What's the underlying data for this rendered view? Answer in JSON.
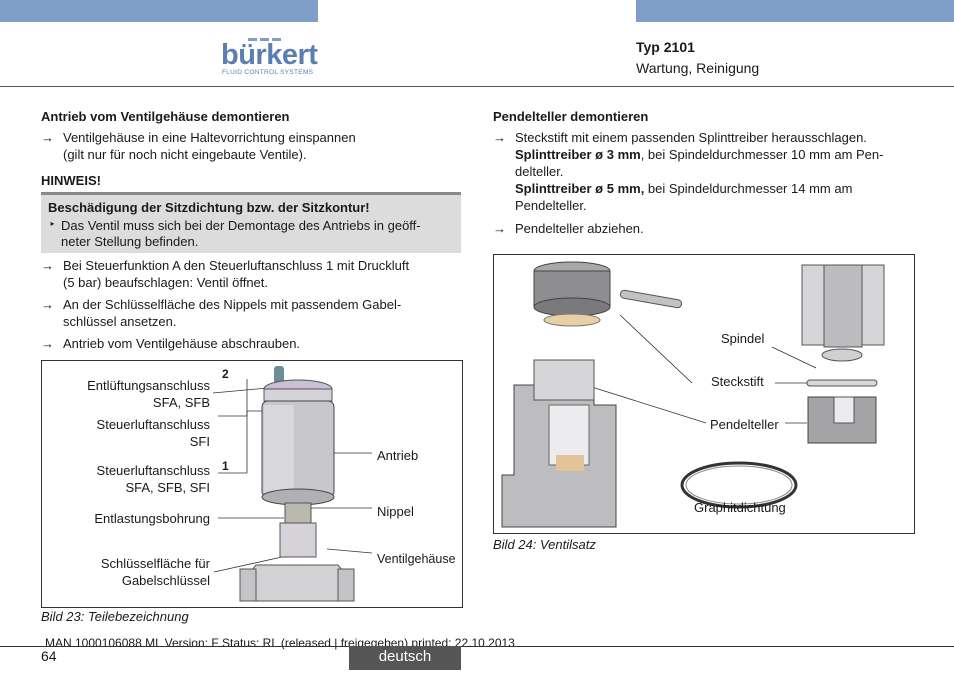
{
  "header": {
    "logo_text": "bürkert",
    "logo_sub": "FLUID CONTROL SYSTEMS",
    "type": "Typ 2101",
    "subtitle": "Wartung, Reinigung",
    "accent_color": "#7f9fc8"
  },
  "left": {
    "heading": "Antrieb vom Ventilgehäuse demontieren",
    "arrow_symbol": "→",
    "step1": "Ventilgehäuse in eine Haltevorrichtung einspannen",
    "step1b": "(gilt nur für noch nicht eingebaute Ventile).",
    "hinweis_title": "HINWEIS!",
    "hinweis_box_title": "Beschädigung der Sitzdichtung bzw. der Sitzkontur!",
    "hinweis_bullet_symbol": "‣",
    "hinweis_text1": "Das Ventil muss sich bei der Demontage des Antriebs in geöff-",
    "hinweis_text2": "neter Stellung befinden.",
    "step2a": "Bei Steuerfunktion A den Steuerluftanschluss 1 mit Druckluft",
    "step2b": "(5 bar) beaufschlagen: Ventil öffnet.",
    "step3a": "An der Schlüsselfläche des Nippels mit passendem Gabel-",
    "step3b": "schlüssel ansetzen.",
    "step4": "Antrieb vom Ventilgehäuse abschrauben.",
    "figure": {
      "label_entl1": "Entlüftungsanschluss",
      "label_entl2": "SFA, SFB",
      "label_st1a": "Steuerluftanschluss",
      "label_st1b": "SFI",
      "label_st2a": "Steuerluftanschluss",
      "label_st2b": "SFA, SFB, SFI",
      "label_entlast": "Entlastungsbohrung",
      "label_schl1": "Schlüsselfläche für",
      "label_schl2": "Gabelschlüssel",
      "label_antrieb": "Antrieb",
      "label_nippel": "Nippel",
      "label_gehaeuse": "Ventilgehäuse",
      "num2": "2",
      "num1": "1"
    },
    "caption": "Bild 23:  Teilebezeichnung"
  },
  "right": {
    "heading": "Pendelteller demontieren",
    "step1": "Steckstift mit einem passenden Splinttreiber herausschlagen.",
    "step1_bold1": "Splinttreiber ø 3 mm",
    "step1_rest1": ", bei Spindeldurchmesser 10 mm am Pen-",
    "step1_rest1b": "delteller.",
    "step1_bold2": "Splinttreiber ø 5 mm,",
    "step1_rest2": " bei Spindeldurchmesser 14 mm am",
    "step1_rest2b": "Pendelteller.",
    "step2": "Pendelteller abziehen.",
    "figure": {
      "label_spindel": "Spindel",
      "label_steckstift": "Steckstift",
      "label_pendelteller": "Pendelteller",
      "label_graphit": "Graphitdichtung"
    },
    "caption": "Bild 24:  Ventilsatz"
  },
  "footer": {
    "man": "MAN  1000106088  ML  Version: F Status: RL (released | freigegeben)  printed: 22.10.2013",
    "page": "64",
    "language": "deutsch"
  }
}
